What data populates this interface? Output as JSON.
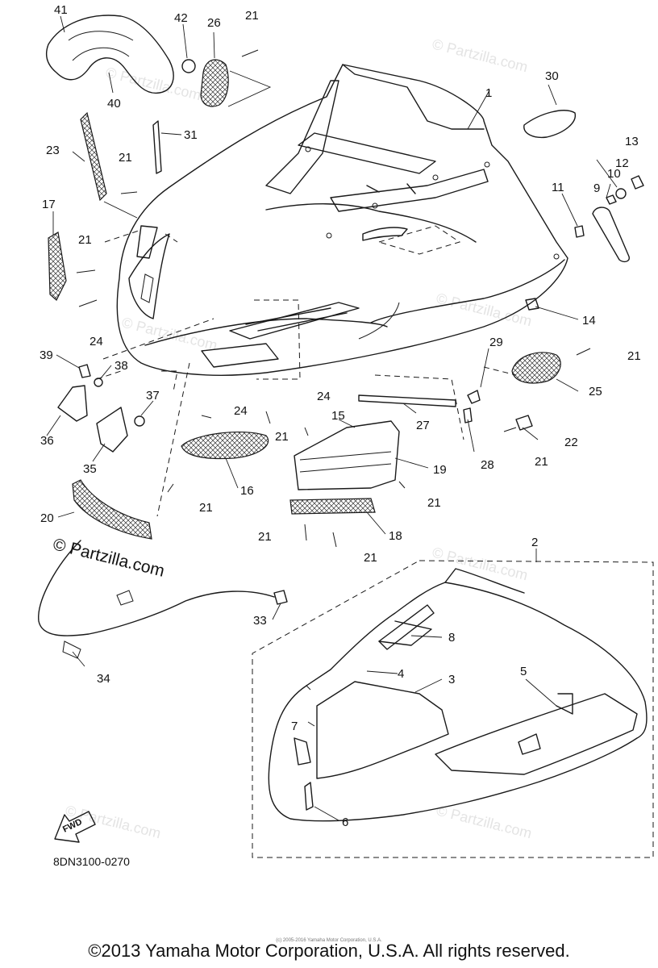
{
  "diagram": {
    "code": "8DN3100-0270",
    "direction_label": "FWD",
    "footer": "©2013 Yamaha Motor Corporation, U.S.A. All rights reserved.",
    "small_credit": "(c) 2005-2016 Yamaha Motor Corporation, U.S.A.",
    "watermark": "© Partzilla.com",
    "callouts": [
      "1",
      "2",
      "3",
      "4",
      "5",
      "6",
      "7",
      "8",
      "9",
      "10",
      "11",
      "12",
      "13",
      "14",
      "15",
      "16",
      "17",
      "18",
      "19",
      "20",
      "21",
      "22",
      "23",
      "24",
      "25",
      "26",
      "27",
      "28",
      "29",
      "30",
      "31",
      "33",
      "34",
      "35",
      "36",
      "37",
      "38",
      "39",
      "40",
      "41",
      "42"
    ]
  }
}
